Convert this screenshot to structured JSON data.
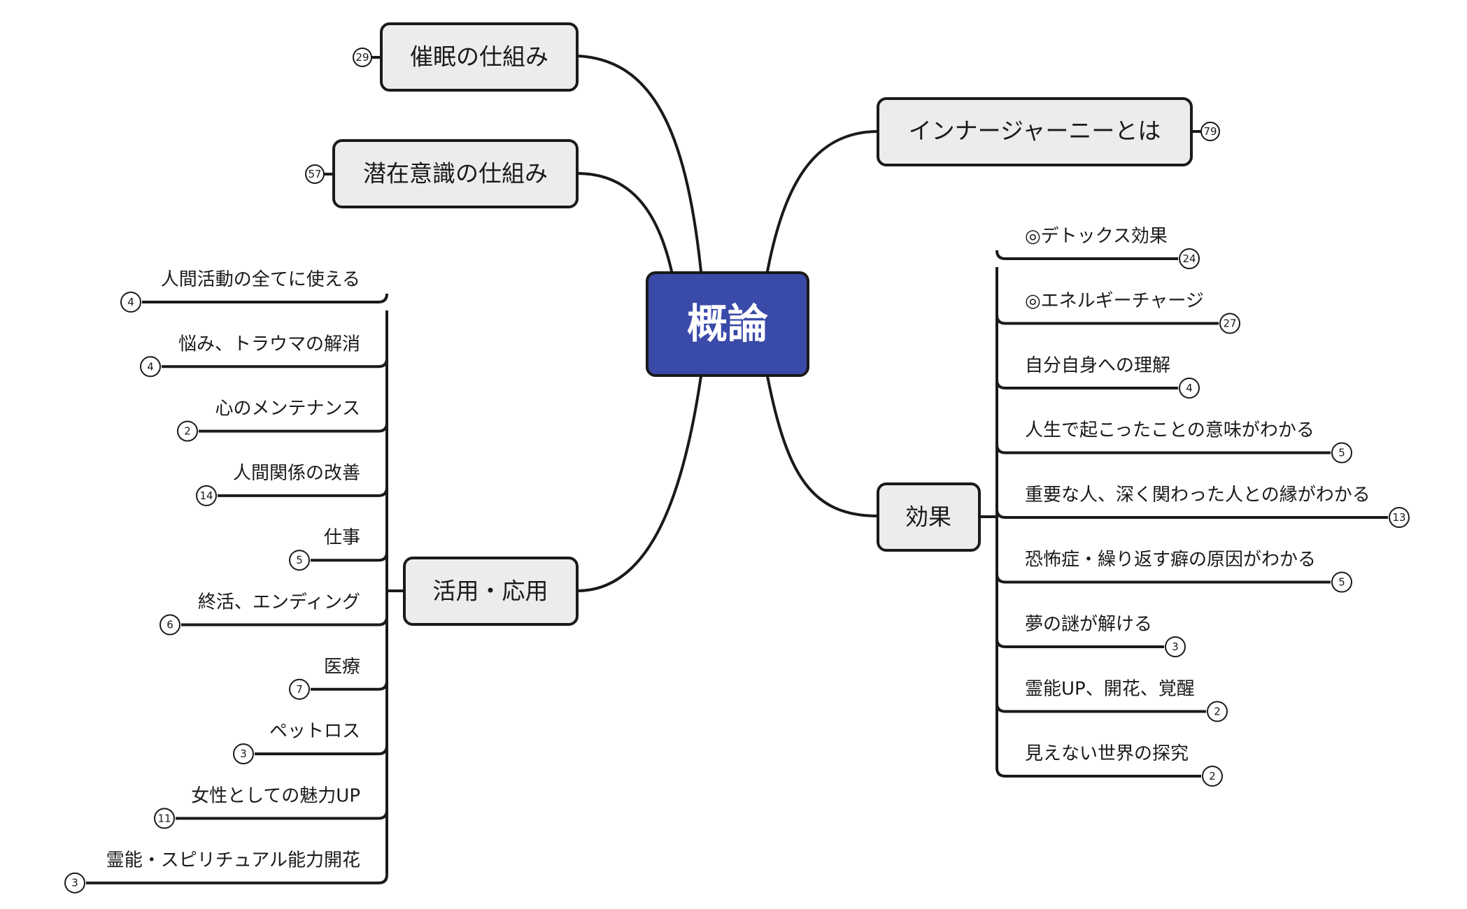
{
  "colors": {
    "line": "#1a1a1a",
    "center_fill": "#3a4aa8",
    "center_text": "#ffffff",
    "topic_fill": "#ececec",
    "text": "#1a1a1a"
  },
  "center": {
    "label": "概論"
  },
  "topics": {
    "mechanism_hypnosis": {
      "label": "催眠の仕組み",
      "count": "29"
    },
    "mechanism_subconscious": {
      "label": "潜在意識の仕組み",
      "count": "57"
    },
    "inner_journey": {
      "label": "インナージャーニーとは",
      "count": "79"
    },
    "effects": {
      "label": "効果"
    },
    "applications": {
      "label": "活用・応用"
    }
  },
  "effects_items": [
    {
      "label": "◎デトックス効果",
      "count": "24"
    },
    {
      "label": "◎エネルギーチャージ",
      "count": "27"
    },
    {
      "label": "自分自身への理解",
      "count": "4"
    },
    {
      "label": "人生で起こったことの意味がわかる",
      "count": "5"
    },
    {
      "label": "重要な人、深く関わった人との縁がわかる",
      "count": "13"
    },
    {
      "label": "恐怖症・繰り返す癖の原因がわかる",
      "count": "5"
    },
    {
      "label": "夢の謎が解ける",
      "count": "3"
    },
    {
      "label": "霊能UP、開花、覚醒",
      "count": "2"
    },
    {
      "label": "見えない世界の探究",
      "count": "2"
    }
  ],
  "application_items": [
    {
      "label": "人間活動の全てに使える",
      "count": "4"
    },
    {
      "label": "悩み、トラウマの解消",
      "count": "4"
    },
    {
      "label": "心のメンテナンス",
      "count": "2"
    },
    {
      "label": "人間関係の改善",
      "count": "14"
    },
    {
      "label": "仕事",
      "count": "5"
    },
    {
      "label": "終活、エンディング",
      "count": "6"
    },
    {
      "label": "医療",
      "count": "7"
    },
    {
      "label": "ペットロス",
      "count": "3"
    },
    {
      "label": "女性としての魅力UP",
      "count": "11"
    },
    {
      "label": "霊能・スピリチュアル能力開花",
      "count": "3"
    }
  ]
}
